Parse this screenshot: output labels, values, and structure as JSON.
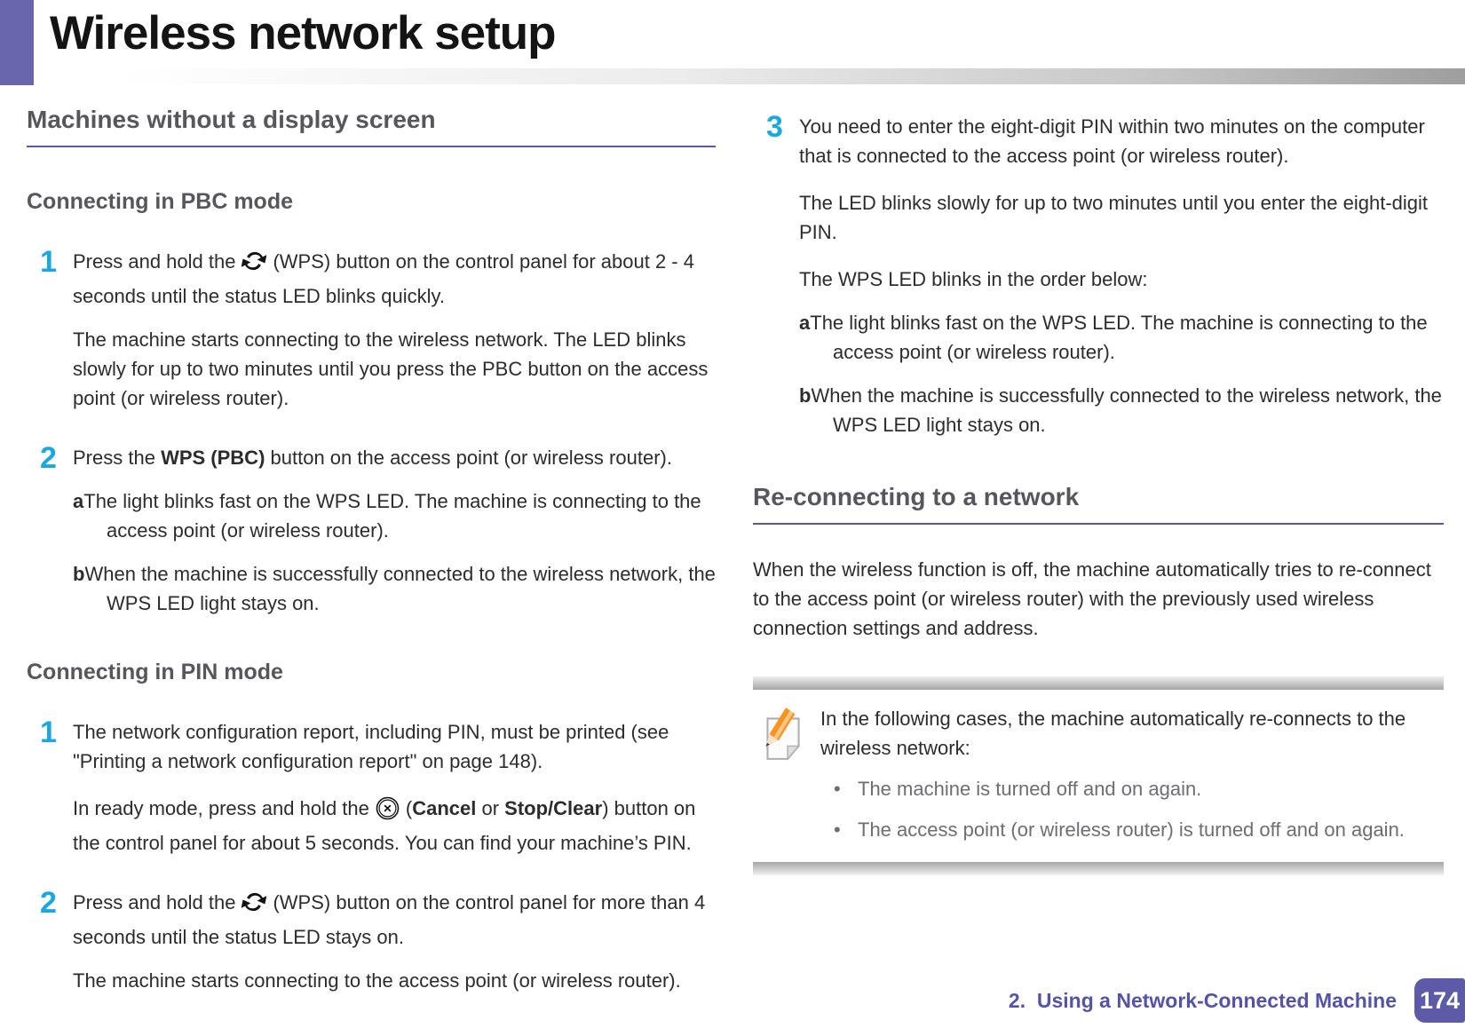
{
  "page": {
    "title": "Wireless network setup",
    "footer": {
      "chapter": "2.  Using a Network-Connected Machine",
      "page_number": "174"
    }
  },
  "colors": {
    "accent_purple": "#6A66AE",
    "heading_gray": "#57575B",
    "step_number_blue": "#1BA7E0",
    "note_bullet_gray": "#6D6E71",
    "badge_purple": "#5D5AA8"
  },
  "icons": {
    "wps": "two circular chasing arrows (WPS symbol)",
    "cancel": "double circle with x (Cancel / Stop-Clear button)",
    "note": "paper sheet with orange pencil"
  },
  "left": {
    "section_heading": "Machines without a display screen",
    "pbc": {
      "heading": "Connecting in PBC mode",
      "step1_num": "1",
      "step1_pre": "Press and hold the",
      "step1_post": "(WPS) button on the control panel for about 2 - 4 seconds until the status LED blinks quickly.",
      "step1_para": "The machine starts connecting to the wireless network. The LED blinks slowly for up to two minutes until you press the PBC button on the access point (or wireless router).",
      "step2_num": "2",
      "step2_pre": "Press the",
      "step2_bold": "WPS (PBC)",
      "step2_post": "button on the access point (or wireless router).",
      "a_label": "a",
      "a_text": "The light blinks fast on the WPS LED. The machine is connecting to the access point (or wireless router).",
      "b_label": "b",
      "b_text": "When the machine is successfully connected to the wireless network, the WPS LED light stays on."
    },
    "pin": {
      "heading": "Connecting in PIN mode",
      "step1_num": "1",
      "step1_para1": "The network configuration report, including PIN, must be printed (see \"Printing a network configuration report\" on page 148).",
      "step1_para2_pre": "In ready mode, press and hold the",
      "step1_para2_open": "(",
      "step1_para2_cancel": "Cancel",
      "step1_para2_or": " or ",
      "step1_para2_stop": "Stop/Clear",
      "step1_para2_post": ") button on the control panel for about 5 seconds. You can find your machine’s PIN.",
      "step2_num": "2",
      "step2_pre": "Press and hold the",
      "step2_post": "(WPS) button on the control panel for more than 4 seconds until the status LED stays on.",
      "step2_para": "The machine starts connecting to the access point (or wireless router)."
    }
  },
  "right": {
    "step3_num": "3",
    "step3_para1": "You need to enter the eight-digit PIN within two minutes on the computer that is connected to the access point (or wireless router).",
    "step3_para2": "The LED blinks slowly for up to two minutes until you enter the eight-digit PIN.",
    "step3_para3": "The WPS LED blinks in the order below:",
    "a_label": "a",
    "a_text": "The light blinks fast on the WPS LED. The machine is connecting to the access point (or wireless router).",
    "b_label": "b",
    "b_text": "When the machine is successfully connected to the wireless network, the WPS LED light stays on.",
    "reconnect_heading": "Re-connecting to a network",
    "reconnect_para": "When the wireless function is off, the machine automatically tries to re-connect to the access point (or wireless router) with the previously used wireless connection settings and address.",
    "note": {
      "intro": "In the following cases, the machine automatically re-connects to the wireless network:",
      "bullet1": "The machine is turned off and on again.",
      "bullet2": "The access point (or wireless router) is turned off and on again."
    }
  }
}
